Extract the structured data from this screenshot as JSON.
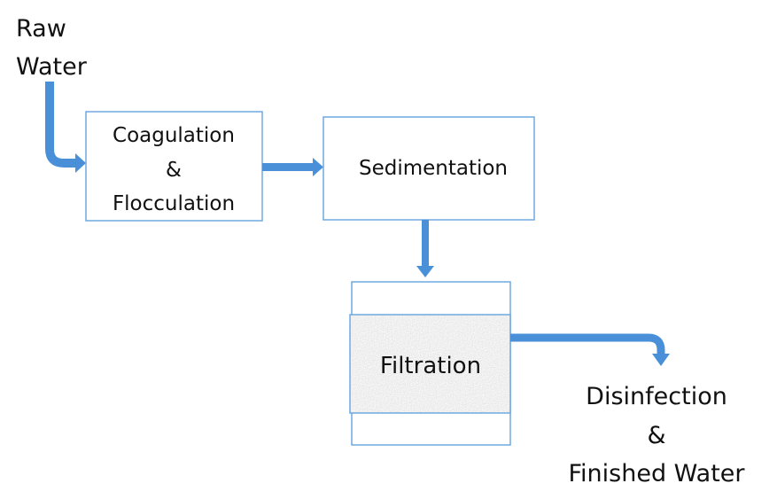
{
  "diagram": {
    "input_label": [
      "Raw",
      "Water"
    ],
    "steps": [
      {
        "id": "coagulation",
        "lines": [
          "Coagulation",
          "&",
          "Flocculation"
        ]
      },
      {
        "id": "sedimentation",
        "lines": [
          "Sedimentation"
        ]
      },
      {
        "id": "filtration",
        "lines": [
          "Filtration"
        ]
      }
    ],
    "output_label": [
      "Disinfection",
      "&",
      "Finished Water"
    ],
    "colors": {
      "arrow": "#4a90d9",
      "box_border": "#6fa8e0",
      "filter_media": "#d9d9d9",
      "text": "#111111"
    }
  }
}
